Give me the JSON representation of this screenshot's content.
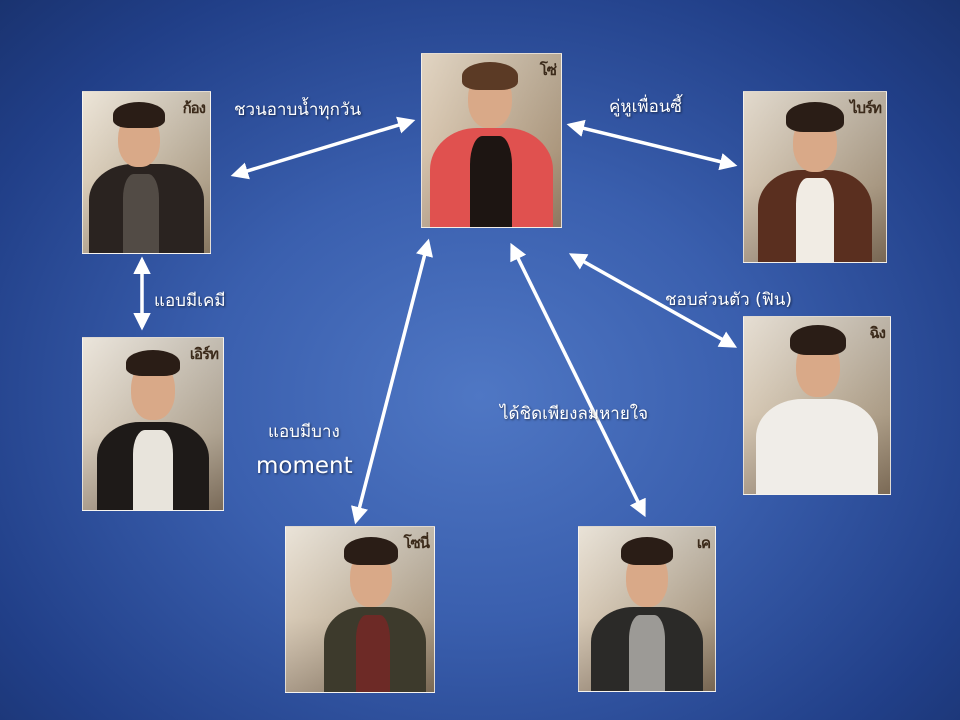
{
  "nodes": {
    "center": {
      "name_tag": "โซ่"
    },
    "left_top": {
      "name_tag": "ก้อง"
    },
    "left_bottom": {
      "name_tag": "เอิร์ท"
    },
    "right_top": {
      "name_tag": "ไบร์ท"
    },
    "right_mid": {
      "name_tag": "ฉิง"
    },
    "bottom_left": {
      "name_tag": "โซนี่"
    },
    "bottom_right": {
      "name_tag": "เค"
    }
  },
  "labels": {
    "bath_every_day": "ชวนอาบน้ำทุกวัน",
    "best_buddy": "คู่หูเพื่อนซี้",
    "secret_chemistry": "แอบมีเคมี",
    "personal_fave": "ชอบส่วนตัว (ฟิน)",
    "some_moment_th": "แอบมีบาง",
    "some_moment_en": "moment",
    "close_breath": "ได้ชิดเพียงลมหายใจ"
  },
  "colors": {
    "arrow": "#ffffff",
    "background": "#3a5fae"
  }
}
